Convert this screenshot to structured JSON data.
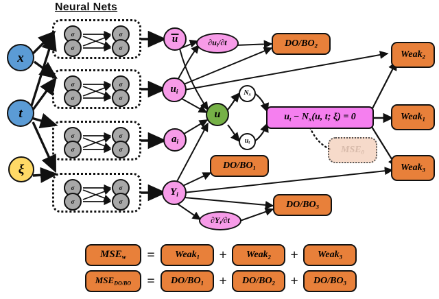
{
  "title": "Neural Nets",
  "inputs": [
    {
      "id": "x",
      "label": "x",
      "color": "#5B9BD5"
    },
    {
      "id": "t",
      "label": "t",
      "color": "#5B9BD5"
    },
    {
      "id": "xi",
      "label": "ξ",
      "color": "#FFD966"
    }
  ],
  "neural_nets": {
    "count": 4,
    "neuron_label": "σ",
    "neurons_per_layer": 2,
    "layers": 2,
    "container_style": "dotted"
  },
  "outputs": [
    {
      "id": "ubar",
      "label": "u",
      "overbar": true
    },
    {
      "id": "ui",
      "label": "u",
      "sub": "i"
    },
    {
      "id": "ai",
      "label": "a",
      "sub": "i"
    },
    {
      "id": "Yi",
      "label": "Y",
      "sub": "i"
    }
  ],
  "derivatives": [
    {
      "id": "dui_dt",
      "label": "∂u_i/∂t",
      "num": "∂u",
      "num_sub": "i",
      "den": "∂t"
    },
    {
      "id": "dYi_dt",
      "label": "∂Y_i/∂t",
      "num": "∂Y",
      "num_sub": "i",
      "den": "∂t"
    }
  ],
  "latent": {
    "id": "u",
    "label": "u",
    "color": "#76B147"
  },
  "operators": [
    {
      "id": "Nx",
      "label": "N",
      "sub": "x"
    },
    {
      "id": "ut",
      "label": "u",
      "sub": "t"
    }
  ],
  "equation": {
    "id": "pde",
    "text": "u_t − N_x(u,t;ξ) = 0",
    "parts": {
      "lhs": "u",
      "lhs_sub": "t",
      "minus": "−",
      "op": "Ν",
      "op_sub": "x",
      "args": "(u, t; ξ)",
      "eq": "= 0"
    },
    "color": "#F57FEF"
  },
  "mse0": {
    "id": "mse0",
    "label": "MSE",
    "sub": "0",
    "color": "#F3CDB6"
  },
  "dobo": [
    {
      "id": "dobo1",
      "label": "DO/BO",
      "sub": "1"
    },
    {
      "id": "dobo2",
      "label": "DO/BO",
      "sub": "2"
    },
    {
      "id": "dobo3",
      "label": "DO/BO",
      "sub": "3"
    }
  ],
  "weak": [
    {
      "id": "weak1",
      "label": "Weak",
      "sub": "1"
    },
    {
      "id": "weak2",
      "label": "Weak",
      "sub": "2"
    },
    {
      "id": "weak3",
      "label": "Weak",
      "sub": "3"
    }
  ],
  "equations_bottom": [
    {
      "id": "mse_w",
      "lhs": {
        "label": "MSE",
        "sub": "w"
      },
      "eq": "=",
      "terms": [
        {
          "label": "Weak",
          "sub": "1"
        },
        {
          "label": "Weak",
          "sub": "2"
        },
        {
          "label": "Weak",
          "sub": "3"
        }
      ],
      "plus": "+"
    },
    {
      "id": "mse_dobo",
      "lhs": {
        "label": "MSE",
        "sub": "DO/BO"
      },
      "eq": "=",
      "terms": [
        {
          "label": "DO/BO",
          "sub": "1"
        },
        {
          "label": "DO/BO",
          "sub": "2"
        },
        {
          "label": "DO/BO",
          "sub": "3"
        }
      ],
      "plus": "+"
    }
  ],
  "colors": {
    "blue": "#5B9BD5",
    "yellow": "#FFD966",
    "pink": "#F79BE8",
    "magenta": "#F57FEF",
    "green": "#76B147",
    "orange": "#E8803A",
    "gray": "#A8A8A8",
    "faded": "#F3CDB6",
    "stroke": "#111111"
  }
}
